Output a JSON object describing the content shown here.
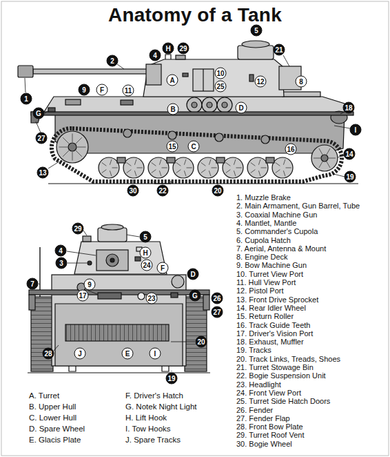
{
  "diagram": {
    "title": "Anatomy of a Tank",
    "labels": [
      "1",
      "2",
      "4",
      "H",
      "29",
      "5",
      "21",
      "F",
      "11",
      "A",
      "10",
      "25",
      "12",
      "8",
      "G",
      "9",
      "B",
      "D",
      "18",
      "I",
      "27",
      "15",
      "C",
      "16",
      "14",
      "13",
      "19",
      "30",
      "22",
      "20",
      "29",
      "5",
      "4",
      "H",
      "3",
      "24",
      "F",
      "7",
      "9",
      "D",
      "G",
      "17",
      "23",
      "26",
      "27",
      "20",
      "28",
      "J",
      "E",
      "I",
      "19",
      "1. Muzzle Brake",
      "2. Main Armament, Gun Barrel, Tube",
      "3. Coaxial Machine Gun",
      "4. Mantlet, Mantle",
      "5. Commander's Cupola",
      "6. Cupola Hatch",
      "7. Aerial, Antenna & Mount",
      "8. Engine Deck",
      "9. Bow Machine Gun",
      "10. Turret View Port",
      "11. Hull View Port",
      "12. Pistol Port",
      "13. Front Drive Sprocket",
      "14. Rear Idler Wheel",
      "15. Return Roller",
      "16. Track Guide Teeth",
      "17. Driver's Vision Port",
      "18. Exhaust, Muffler",
      "19. Tracks",
      "20. Track Links, Treads, Shoes",
      "21. Turret Stowage Bin",
      "22. Bogie Suspension Unit",
      "23. Headlight",
      "24. Front View Port",
      "25. Turret Side Hatch Doors",
      "26. Fender",
      "27. Fender Flap",
      "28. Front Bow Plate",
      "29. Turret Roof Vent",
      "30. Bogie Wheel",
      "A. Turret",
      "B. Upper Hull",
      "C. Lower Hull",
      "D. Spare Wheel",
      "E. Glacis Plate",
      "F. Driver's Hatch",
      "G. Notek Night Light",
      "H. Lift Hook",
      "I. Tow Hooks",
      "J. Spare Tracks"
    ]
  }
}
